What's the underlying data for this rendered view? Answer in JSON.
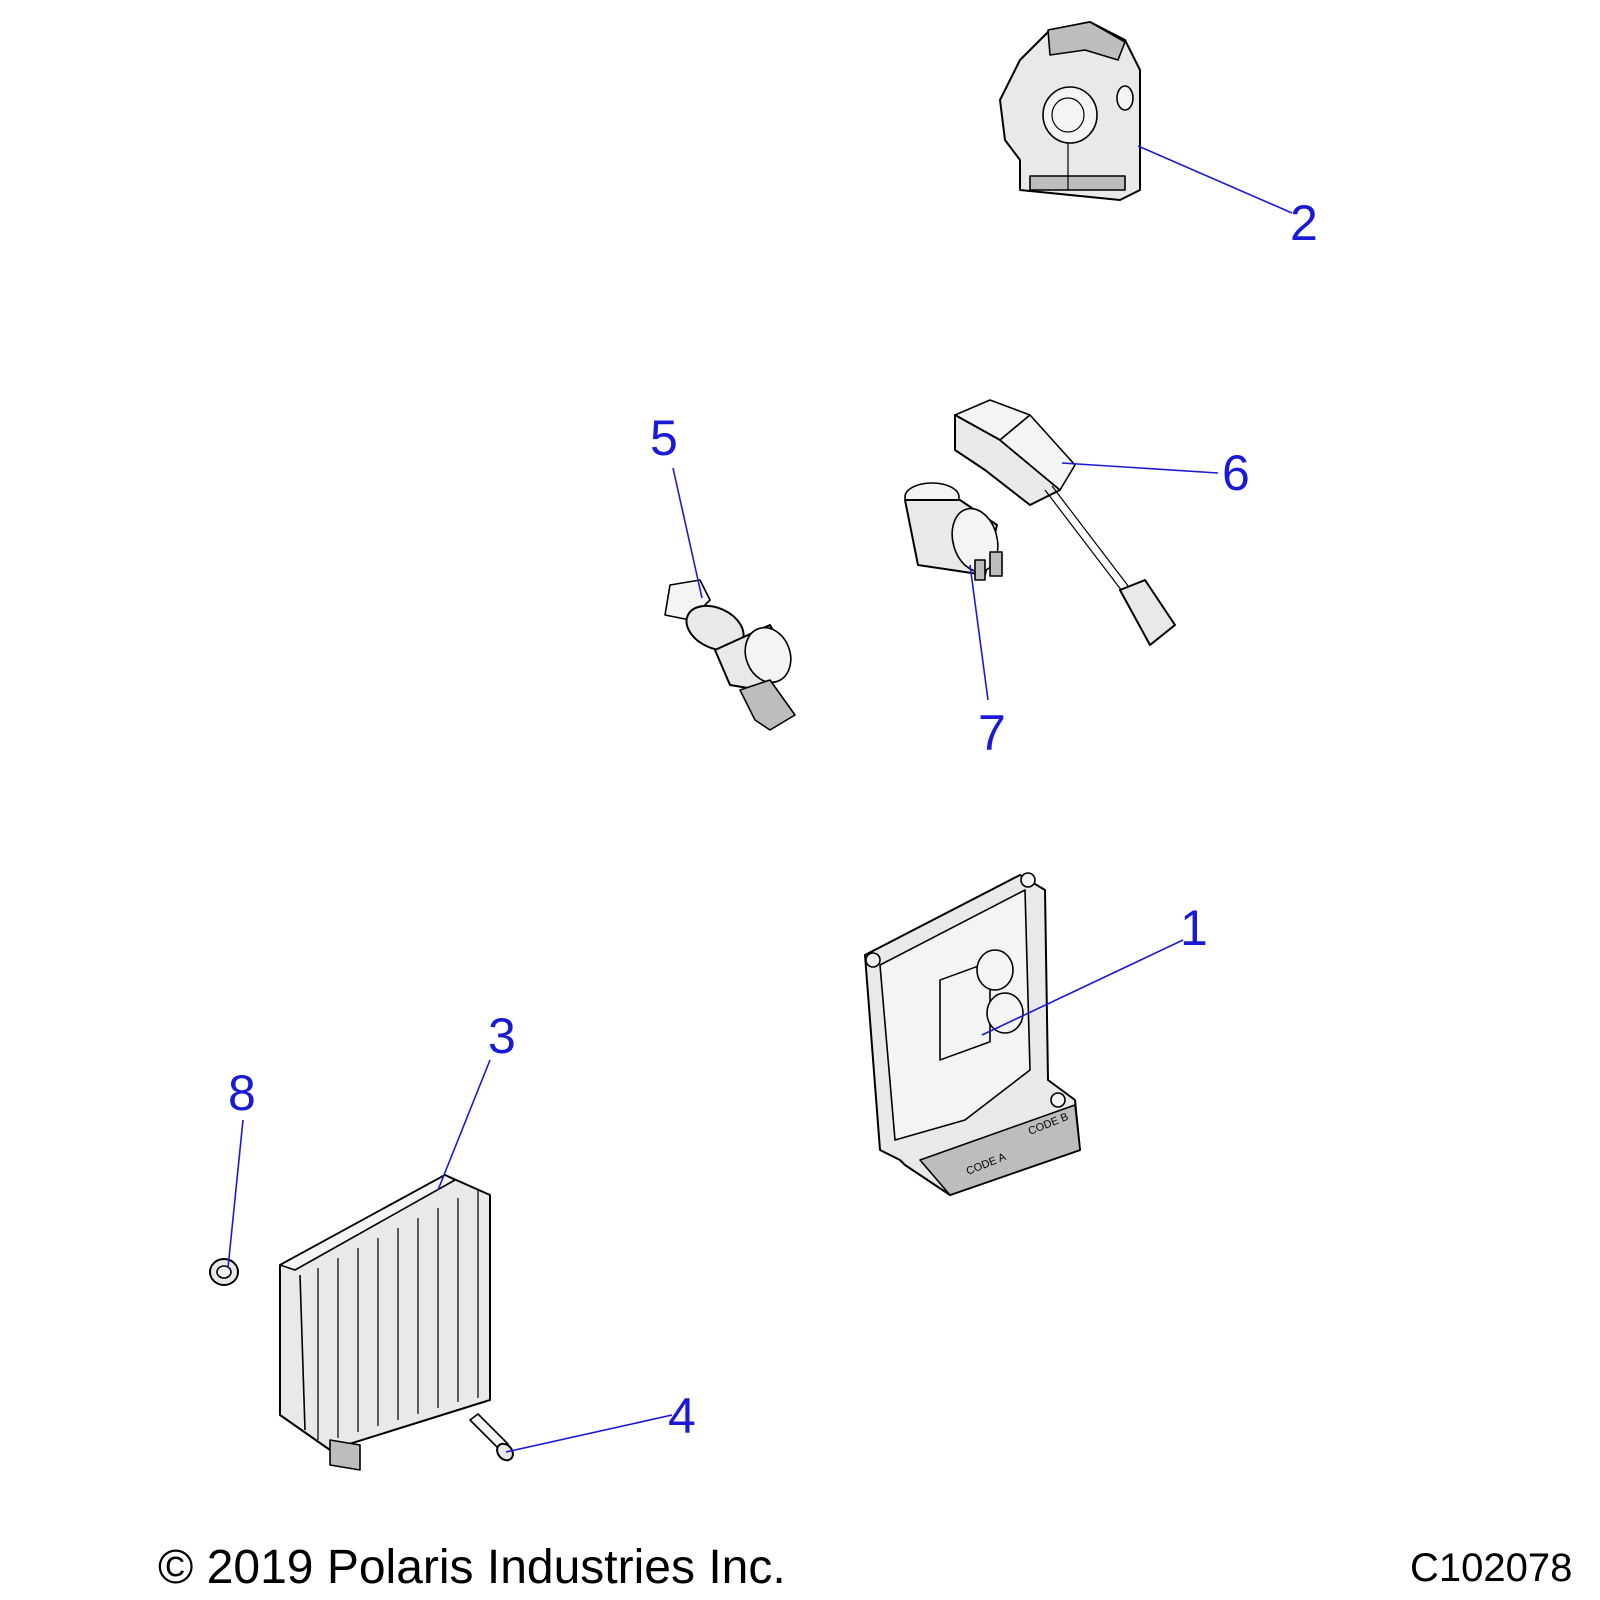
{
  "callouts": {
    "c1": "1",
    "c2": "2",
    "c3": "3",
    "c4": "4",
    "c5": "5",
    "c6": "6",
    "c7": "7",
    "c8": "8"
  },
  "ecu_labels": {
    "code_a": "CODE A",
    "code_b": "CODE B"
  },
  "footer": {
    "copyright": "© 2019 Polaris Industries Inc.",
    "figure_code": "C102078"
  }
}
